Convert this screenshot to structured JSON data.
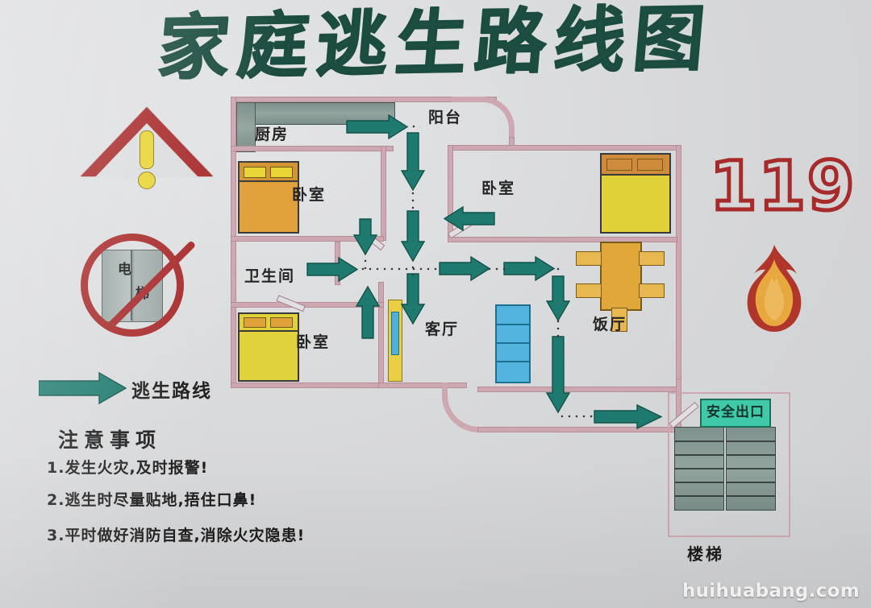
{
  "poster": {
    "title": "家庭逃生路线图",
    "background_color": "#d9dadc",
    "accent_colors": {
      "title_green": "#1d4f42",
      "arrow_green": "#1e7a6e",
      "wall_pink": "#cda8b1",
      "warning_red": "#a82b2b",
      "exit_green": "#3fc9a8",
      "bed_yellow": "#e0d23a",
      "bed_orange": "#e0a13b",
      "sofa_blue": "#53b4dd"
    }
  },
  "signs": {
    "warning_triangle": {
      "icon": "warning-triangle-icon",
      "symbol": "!"
    },
    "no_elevator": {
      "icon": "no-elevator-icon",
      "label_char_1": "电",
      "label_char_2": "梯"
    },
    "emergency_number": "119",
    "flame": {
      "icon": "flame-icon"
    }
  },
  "floorplan": {
    "rooms": [
      {
        "key": "kitchen",
        "label": "厨房",
        "name": "room-label-kitchen"
      },
      {
        "key": "balcony",
        "label": "阳台",
        "name": "room-label-balcony"
      },
      {
        "key": "bedroom_tl",
        "label": "卧室",
        "name": "room-label-bedroom-top-left"
      },
      {
        "key": "bedroom_tr",
        "label": "卧室",
        "name": "room-label-bedroom-top-right"
      },
      {
        "key": "bathroom",
        "label": "卫生间",
        "name": "room-label-bathroom"
      },
      {
        "key": "bedroom_bl",
        "label": "卧室",
        "name": "room-label-bedroom-bottom-left"
      },
      {
        "key": "livingroom",
        "label": "客厅",
        "name": "room-label-livingroom"
      },
      {
        "key": "diningroom",
        "label": "饭厅",
        "name": "room-label-diningroom"
      }
    ],
    "exit_sign": "安全出口",
    "stairs_label": "楼梯"
  },
  "legend": {
    "arrow_label": "逃生路线"
  },
  "notes": {
    "title": "注意事项",
    "items": [
      "1.发生火灾,及时报警!",
      "2.逃生时尽量贴地,捂住口鼻!",
      "3.平时做好消防自查,消除火灾隐患!"
    ]
  },
  "watermark": "huihuabang.com"
}
